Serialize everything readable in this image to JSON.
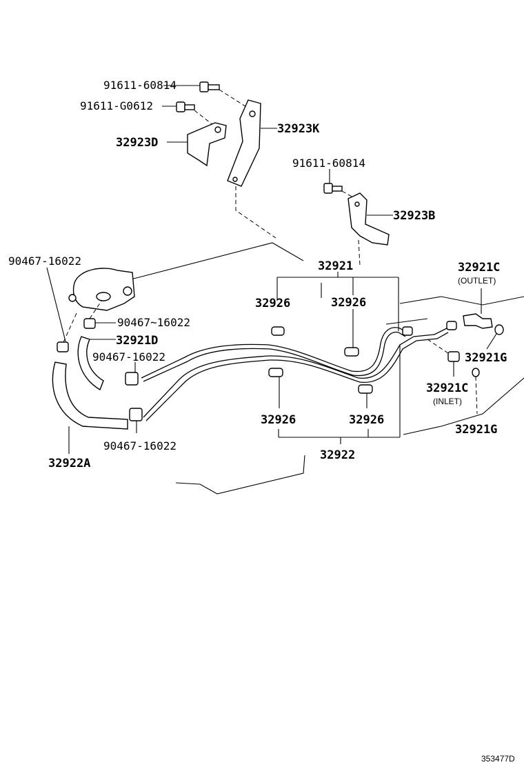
{
  "diagram": {
    "reference": "353477D",
    "labels": {
      "bolt_top": "91611-60814",
      "bolt_mid": "91611-G0612",
      "bracket_k": "32923K",
      "bracket_d": "32923D",
      "bolt_right": "91611-60814",
      "bracket_b": "32923B",
      "clip_far_left": "90467-16022",
      "tube_assy_upper": "32921",
      "union_outlet": "32921C",
      "outlet_note": "(OUTLET)",
      "grommet_ul": "32926",
      "grommet_ur": "32926",
      "clip_hose_top": "90467~16022",
      "hose_d": "32921D",
      "clip_mid": "90467-16022",
      "gasket_upper": "32921G",
      "union_inlet": "32921C",
      "inlet_note": "(INLET)",
      "grommet_ll": "32926",
      "grommet_lr": "32926",
      "gasket_lower": "32921G",
      "clip_bottom": "90467-16022",
      "hose_a": "32922A",
      "tube_assy_lower": "32922"
    }
  }
}
